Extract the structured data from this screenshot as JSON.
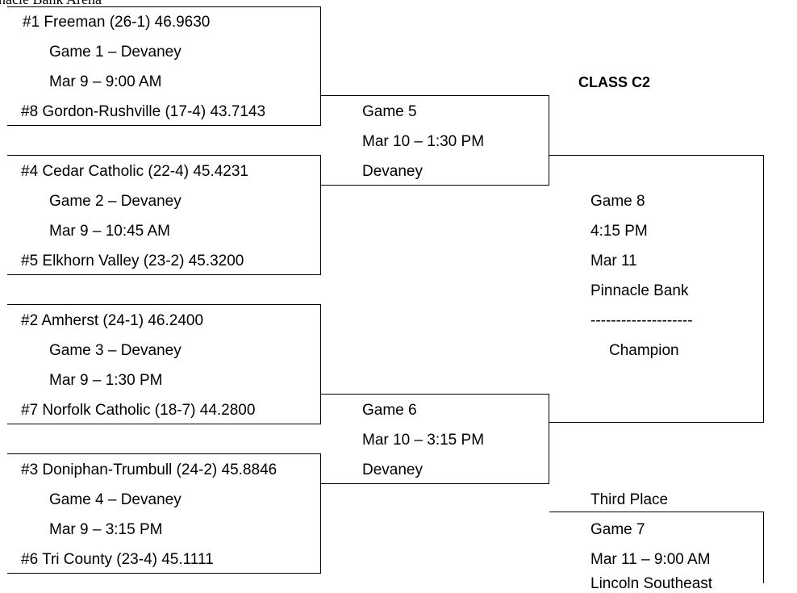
{
  "header": {
    "cut_title": "nacle Bank Arena",
    "class_label": "CLASS C2"
  },
  "round1": [
    {
      "team_top": "#1 Freeman (26-1) 46.9630",
      "game": "Game 1 – Devaney",
      "time": "Mar 9 – 9:00 AM",
      "team_bottom": "#8 Gordon-Rushville (17-4) 43.7143"
    },
    {
      "team_top": "#4 Cedar Catholic (22-4) 45.4231",
      "game": "Game 2 – Devaney",
      "time": "Mar 9 – 10:45 AM",
      "team_bottom": "#5 Elkhorn Valley (23-2) 45.3200"
    },
    {
      "team_top": "#2 Amherst (24-1) 46.2400",
      "game": "Game 3 – Devaney",
      "time": "Mar 9 – 1:30 PM",
      "team_bottom": "#7 Norfolk Catholic (18-7) 44.2800"
    },
    {
      "team_top": "#3 Doniphan-Trumbull (24-2) 45.8846",
      "game": "Game 4 – Devaney",
      "time": "Mar 9 – 3:15 PM",
      "team_bottom": "#6 Tri County (23-4) 45.1111"
    }
  ],
  "semis": [
    {
      "game": "Game 5",
      "time": "Mar 10 – 1:30 PM",
      "venue": "Devaney"
    },
    {
      "game": "Game 6",
      "time": "Mar 10 – 3:15 PM",
      "venue": "Devaney"
    }
  ],
  "final": {
    "game": "Game 8",
    "time": "4:15 PM",
    "date": "Mar 11",
    "venue": "Pinnacle Bank",
    "separator": "--------------------",
    "result_label": "Champion"
  },
  "third_place": {
    "title": "Third Place",
    "game": "Game 7",
    "time": "Mar 11 – 9:00 AM",
    "venue_cut": "Lincoln Southeast"
  }
}
